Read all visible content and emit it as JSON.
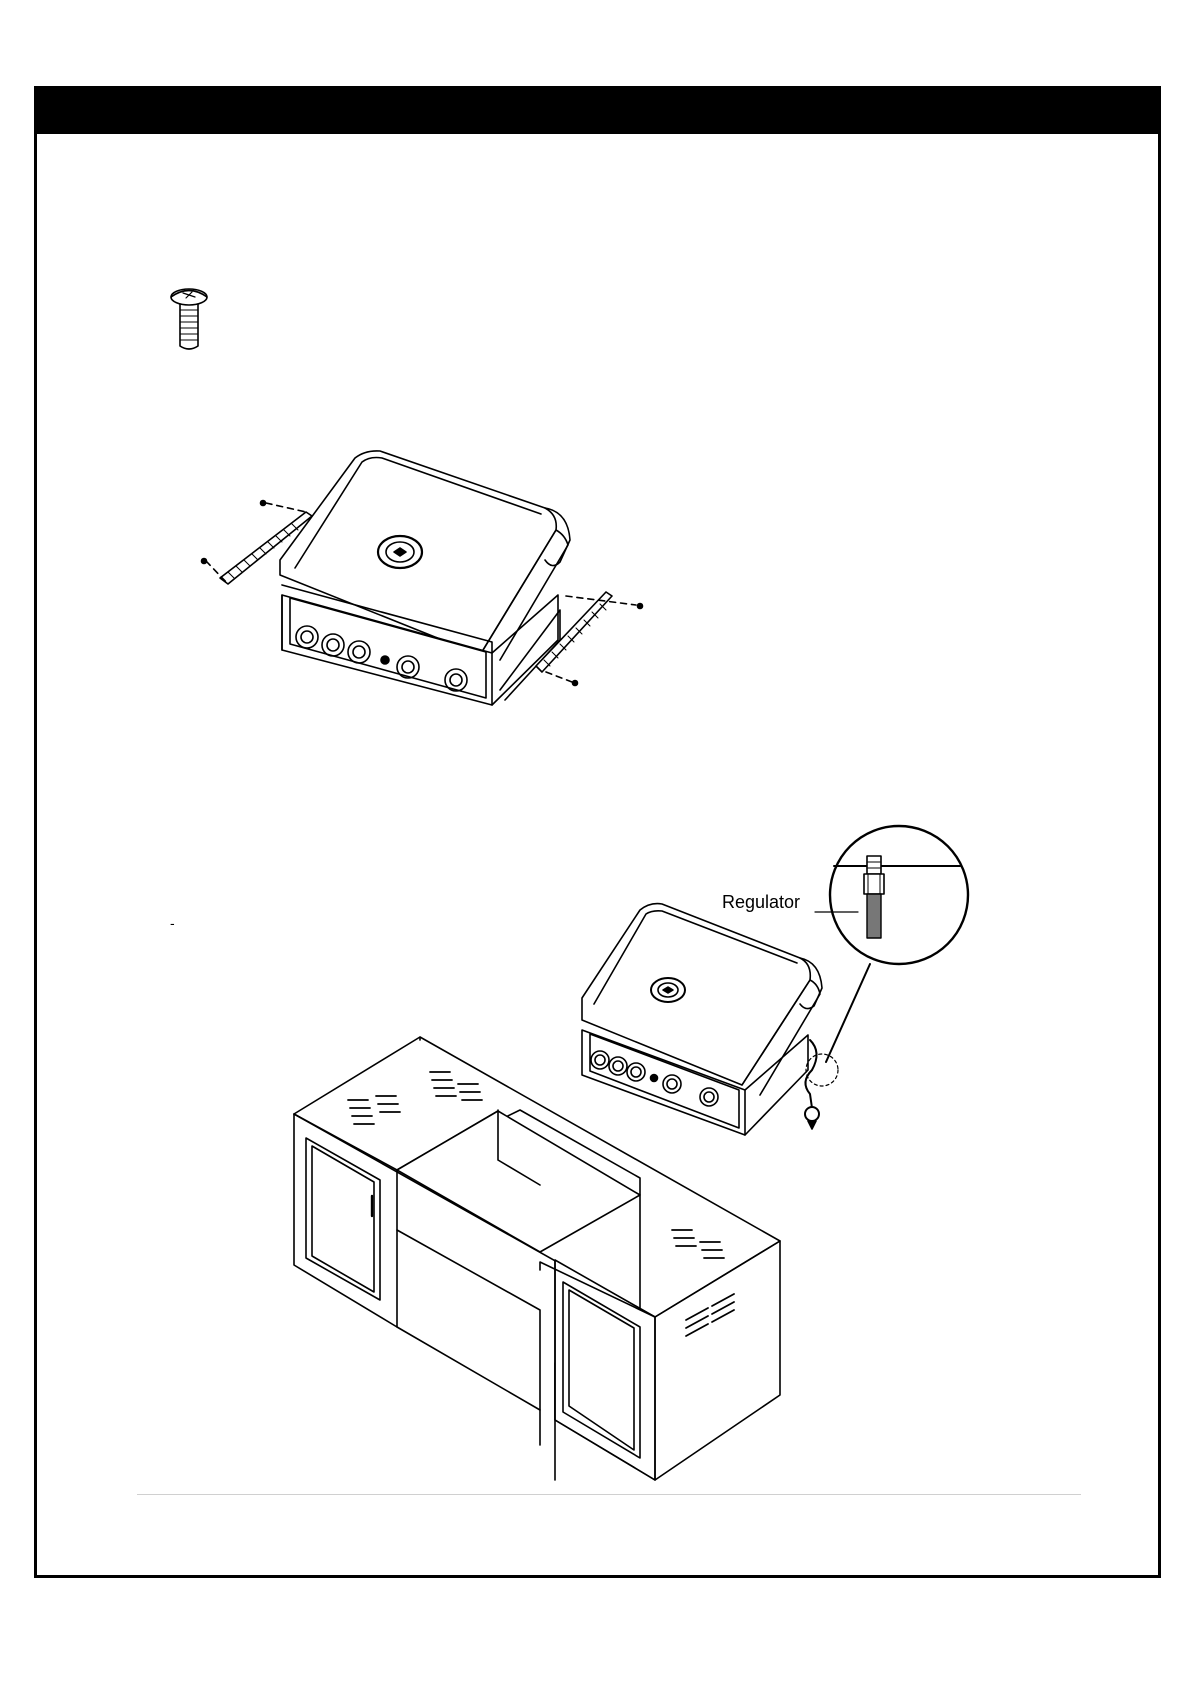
{
  "page": {
    "callout_label": "Regulator",
    "stray_mark": "-"
  },
  "icons": {
    "screw": "screw-icon",
    "grill": "grill-head-illustration",
    "island": "island-cabinet-illustration",
    "magnifier": "detail-callout-circle"
  }
}
